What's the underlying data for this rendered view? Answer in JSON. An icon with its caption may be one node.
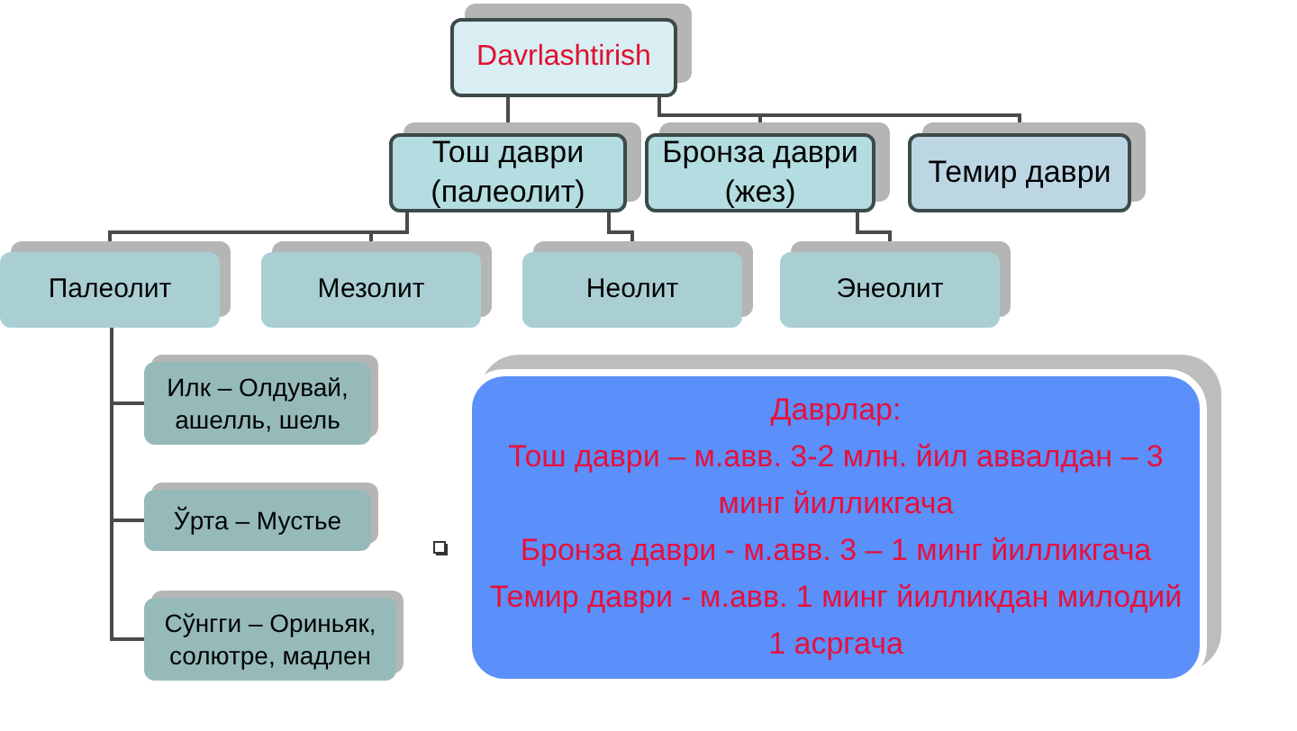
{
  "diagram": {
    "nodes": [
      {
        "text": [
          "Davrlashtirish"
        ]
      },
      {
        "text": [
          "Тош даври (палеолит)"
        ]
      },
      {
        "text": [
          "Бронза даври (жез)"
        ]
      },
      {
        "text": [
          "Темир даври"
        ]
      },
      {
        "text": [
          "Палеолит"
        ]
      },
      {
        "text": [
          "Мезолит"
        ]
      },
      {
        "text": [
          "Неолит"
        ]
      },
      {
        "text": [
          "Энеолит"
        ]
      },
      {
        "text": [
          "Илк – Олдувай, ашелль, шель"
        ]
      },
      {
        "text": [
          "Ўрта – Мустье"
        ]
      },
      {
        "text": [
          "Сўнгги – Ориньяк, солютре, мадлен"
        ]
      },
      {
        "text": [
          "Даврлар:",
          "Тош даври – м.авв. 3-2 млн. йил аввалдан – 3 минг йилликгача",
          "Бронза даври - м.авв. 3 – 1 минг йилликгача",
          "Темир даври - м.авв. 1 минг йилликдан милодий 1 асргача"
        ]
      }
    ],
    "edges": [
      {
        "from": 0,
        "to": 1,
        "arrow": "none"
      },
      {
        "from": 0,
        "to": 2,
        "arrow": "none"
      },
      {
        "from": 0,
        "to": 3,
        "arrow": "none"
      },
      {
        "from": 1,
        "to": 4,
        "arrow": "none"
      },
      {
        "from": 1,
        "to": 5,
        "arrow": "none"
      },
      {
        "from": 1,
        "to": 6,
        "arrow": "none"
      },
      {
        "from": 2,
        "to": 7,
        "arrow": "none"
      },
      {
        "from": 4,
        "to": 8,
        "arrow": "none"
      },
      {
        "from": 4,
        "to": 9,
        "arrow": "none"
      },
      {
        "from": 4,
        "to": 10,
        "arrow": "none"
      }
    ]
  }
}
